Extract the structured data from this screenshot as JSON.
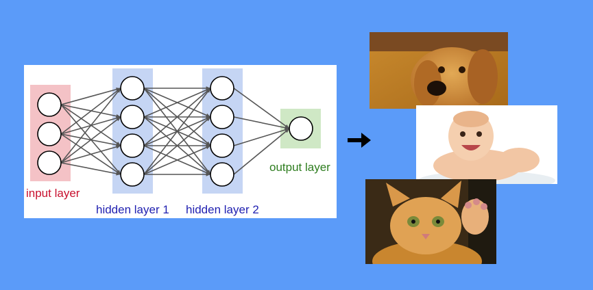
{
  "labels": {
    "input": "input layer",
    "hidden1": "hidden layer 1",
    "hidden2": "hidden layer 2",
    "output": "output layer"
  },
  "network": {
    "layer_sizes": [
      3,
      4,
      4,
      1
    ]
  },
  "colors": {
    "background": "#5b9bf9",
    "input_band": "#f4c2c6",
    "hidden_band": "#c5d5f4",
    "output_band": "#cfe8c5",
    "input_text": "#c8102e",
    "hidden_text": "#1f1fb0",
    "output_text": "#2e7d1f",
    "edge": "#555555"
  },
  "icons": {
    "arrow": "right-arrow-icon"
  },
  "photos": [
    "golden retriever dog",
    "smiling baby",
    "orange kitten raising paw"
  ]
}
